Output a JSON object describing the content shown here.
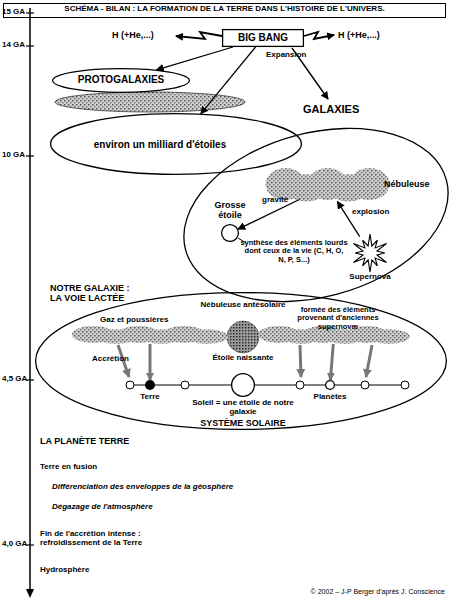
{
  "diagram": {
    "title": "SCHÉMA - BILAN : LA FORMATION DE LA TERRE DANS L'HISTOIRE DE L'UNIVERS.",
    "caption": "© 2002 – J-P Berger d'après J. Conscience",
    "nodes": [
      {
        "text": [
          "BIG BANG"
        ]
      },
      {
        "text": [
          "PROTOGALAXIES"
        ]
      },
      {
        "text": [
          "environ un milliard d'étoiles"
        ]
      },
      {
        "text": [
          "synthèse des éléments lourds dont ceux de la vie (C, H, O, N, P, S...)"
        ]
      },
      {
        "text": [
          "Nébuleuse"
        ],
        "in": 3
      },
      {
        "text": [
          "Grosse étoile"
        ],
        "in": 3
      },
      {
        "text": [
          "Supernova"
        ],
        "in": 3
      },
      {
        "text": [
          "NOTRE GALAXIE : LA VOIE LACTÉE",
          "SYSTÈME SOLAIRE"
        ]
      },
      {
        "text": [
          "Nébuleuse antésolaire",
          "Étoile naissante"
        ],
        "in": 7
      },
      {
        "text": [
          "Gaz et poussières"
        ],
        "in": 7
      },
      {
        "text": [
          "formée des éléments provenant d'anciennes supernovæ"
        ],
        "in": 7
      },
      {
        "text": [
          "Terre"
        ],
        "in": 7
      },
      {
        "text": [
          "Soleil = une étoile de notre galaxie"
        ],
        "in": 7
      },
      {
        "text": [
          "Planètes"
        ],
        "in": 7
      }
    ],
    "edges": [
      {
        "from": 0,
        "to": 1,
        "arrow": "to"
      },
      {
        "from": 0,
        "to": 2,
        "arrow": "to"
      },
      {
        "from": 4,
        "to": 5,
        "label": "gravité",
        "arrow": "to"
      },
      {
        "from": 6,
        "to": 4,
        "label": "explosion",
        "arrow": "to"
      },
      {
        "from": 9,
        "to": 11,
        "label": "Accrétion",
        "arrow": "to"
      },
      {
        "from": 10,
        "to": 13,
        "arrow": "to"
      }
    ],
    "labels": [
      "15 GA",
      "14 GA",
      "10 GA",
      "H (+He,...)",
      "H (+He,...)",
      "Expansion",
      "GALAXIES",
      "4,5 GA",
      "LA PLANÈTE TERRE",
      "Terre en fusion",
      "Différenciation des enveloppes de la géosphère",
      "Dégazage de l'atmosphère",
      "4,0 GA",
      "Fin de l'accrétion intense : refroidissement de la Terre",
      "Hydrosphère"
    ]
  }
}
